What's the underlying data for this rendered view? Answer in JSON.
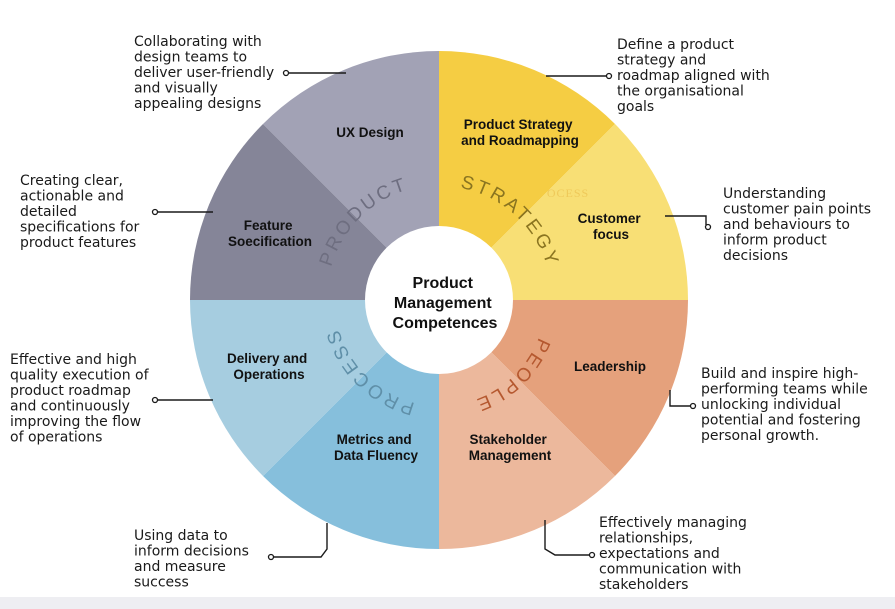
{
  "center": {
    "lines": [
      "Product",
      "Management",
      "Competences"
    ]
  },
  "ring_labels": [
    {
      "text": "PRODUCT",
      "color": "#6e6e80"
    },
    {
      "text": "STRATEGY",
      "color": "#8a7420"
    },
    {
      "text": "PEOPLE",
      "color": "#b5582f"
    },
    {
      "text": "PROCESS",
      "color": "#5f8fa8"
    }
  ],
  "ghost_text": "OCESS",
  "segments": [
    {
      "id": "ux-design",
      "lines": [
        "UX Design"
      ],
      "color": "#a2a2b5",
      "desc": [
        "Collaborating with",
        "design teams to",
        "deliver user-friendly",
        "and visually",
        "appealing designs"
      ]
    },
    {
      "id": "product-strategy",
      "lines": [
        "Product Strategy",
        "and Roadmapping"
      ],
      "color": "#f5cd43",
      "desc": [
        "Define a product",
        "strategy and",
        "roadmap aligned with",
        "the organisational",
        "goals"
      ]
    },
    {
      "id": "customer-focus",
      "lines": [
        "Customer",
        "focus"
      ],
      "color": "#f8df75",
      "desc": [
        "Understanding",
        "customer pain points",
        "and behaviours to",
        "inform product",
        "decisions"
      ]
    },
    {
      "id": "leadership",
      "lines": [
        "Leadership"
      ],
      "color": "#e5a17c",
      "desc": [
        "Build and inspire high-",
        "performing teams while",
        "unlocking individual",
        "potential and fostering",
        "personal growth."
      ]
    },
    {
      "id": "stakeholder-management",
      "lines": [
        "Stakeholder",
        "Management"
      ],
      "color": "#ecb89c",
      "desc": [
        "Effectively managing",
        "relationships,",
        "expectations and",
        "communication with",
        "stakeholders"
      ]
    },
    {
      "id": "metrics-data",
      "lines": [
        "Metrics and",
        "Data Fluency"
      ],
      "color": "#86bfdc",
      "desc": [
        "Using data to",
        "inform decisions",
        "and measure",
        "success"
      ]
    },
    {
      "id": "delivery-operations",
      "lines": [
        "Delivery and",
        "Operations"
      ],
      "color": "#a6cde0",
      "desc": [
        "Effective and high",
        "quality execution of",
        "product roadmap",
        "and continuously",
        "improving the flow",
        "of operations"
      ]
    },
    {
      "id": "feature-specification",
      "lines": [
        "Feature",
        "Soecification"
      ],
      "color": "#858598",
      "desc": [
        "Creating clear,",
        "actionable and",
        "detailed",
        "specifications for",
        "product features"
      ]
    }
  ]
}
